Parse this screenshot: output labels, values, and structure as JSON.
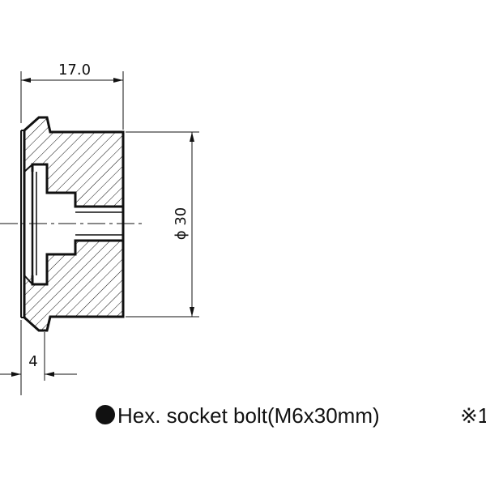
{
  "drawing": {
    "dimensions": {
      "length": "17.0",
      "diameter": "ϕ 30",
      "flange_thickness": "4"
    },
    "note": {
      "bullet_symbol": "●",
      "text": "Hex. socket bolt(M6x30mm)",
      "reference_mark": "※1"
    },
    "colors": {
      "line": "#111111",
      "background": "#ffffff"
    }
  }
}
